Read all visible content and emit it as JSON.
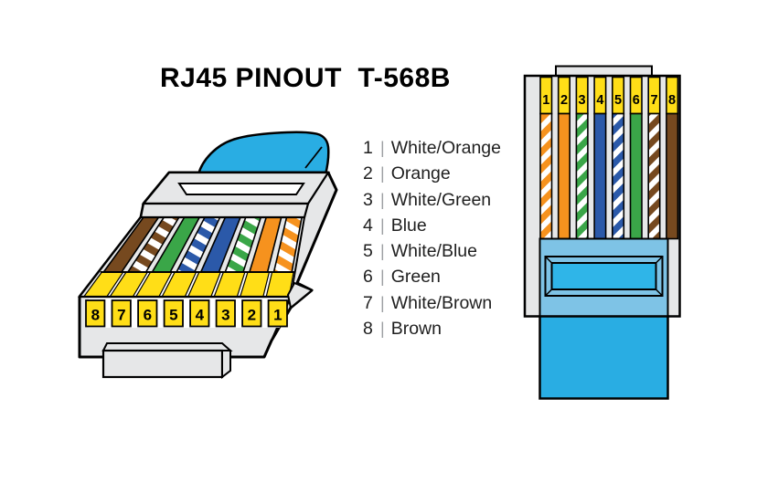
{
  "title": "RJ45 PINOUT  T-568B",
  "legend": {
    "separator": "|",
    "items": [
      {
        "pin": "1",
        "name": "White/Orange"
      },
      {
        "pin": "2",
        "name": "Orange"
      },
      {
        "pin": "3",
        "name": "White/Green"
      },
      {
        "pin": "4",
        "name": "Blue"
      },
      {
        "pin": "5",
        "name": "White/Blue"
      },
      {
        "pin": "6",
        "name": "Green"
      },
      {
        "pin": "7",
        "name": "White/Brown"
      },
      {
        "pin": "8",
        "name": "Brown"
      }
    ]
  },
  "wires": [
    {
      "pin": "1",
      "name": "White/Orange",
      "style": "striped",
      "color": "#F6921E"
    },
    {
      "pin": "2",
      "name": "Orange",
      "style": "solid",
      "color": "#F6921E"
    },
    {
      "pin": "3",
      "name": "White/Green",
      "style": "striped",
      "color": "#3AA648"
    },
    {
      "pin": "4",
      "name": "Blue",
      "style": "solid",
      "color": "#2B59A9"
    },
    {
      "pin": "5",
      "name": "White/Blue",
      "style": "striped",
      "color": "#2B59A9"
    },
    {
      "pin": "6",
      "name": "Green",
      "style": "solid",
      "color": "#3AA648"
    },
    {
      "pin": "7",
      "name": "White/Brown",
      "style": "striped",
      "color": "#76491F"
    },
    {
      "pin": "8",
      "name": "Brown",
      "style": "solid",
      "color": "#76491F"
    }
  ],
  "left_view_pin_order": [
    "8",
    "7",
    "6",
    "5",
    "4",
    "3",
    "2",
    "1"
  ],
  "front_view_pin_order": [
    "1",
    "2",
    "3",
    "4",
    "5",
    "6",
    "7",
    "8"
  ],
  "colors": {
    "pin_yellow": "#FFDE17",
    "body_gray": "#E6E7E8",
    "cable_blue": "#29ADE3",
    "sheath_blue": "#7EC3E6",
    "window_blue": "#2FB5E8",
    "wire_white": "#FFFFFF",
    "outline_black": "#000000",
    "legend_separator_gray": "#9DA0A3"
  }
}
